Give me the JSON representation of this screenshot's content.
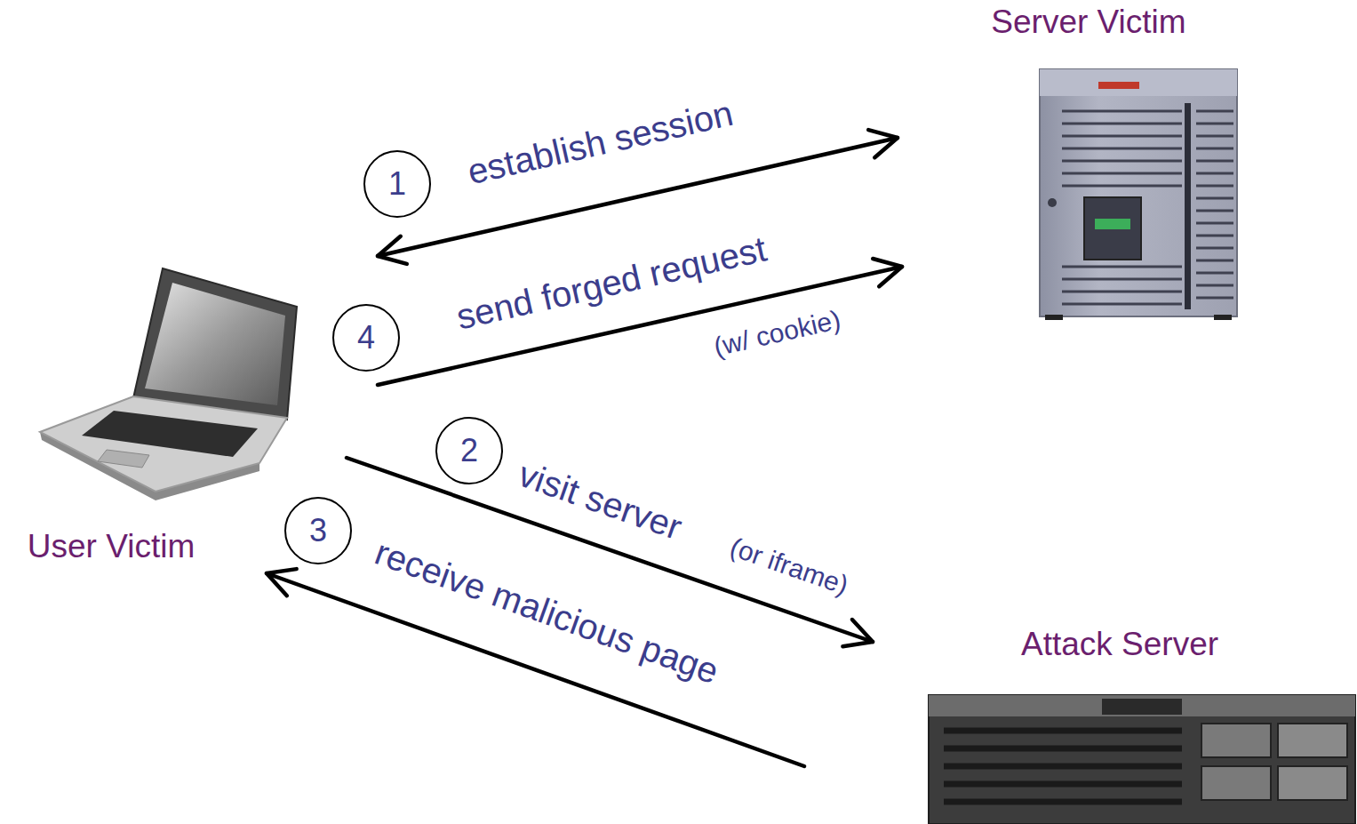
{
  "diagram": {
    "nodes": [
      {
        "text": [
          "Server Victim"
        ]
      },
      {
        "text": [
          "User Victim"
        ]
      },
      {
        "text": [
          "Attack Server"
        ]
      },
      {
        "text": [
          "1"
        ]
      },
      {
        "text": [
          "4"
        ]
      },
      {
        "text": [
          "2"
        ]
      },
      {
        "text": [
          "3"
        ]
      }
    ],
    "edges": [
      {
        "from": 1,
        "to": 0,
        "arrow": "both",
        "label": "establish session"
      },
      {
        "from": 1,
        "to": 0,
        "arrow": "to",
        "label": "send forged request"
      },
      {
        "from": 1,
        "to": 2,
        "arrow": "to",
        "label": "visit server"
      },
      {
        "from": 2,
        "to": 1,
        "arrow": "to",
        "label": "receive malicious page"
      }
    ],
    "labels": [
      "(w/ cookie)",
      "(or iframe)"
    ]
  }
}
